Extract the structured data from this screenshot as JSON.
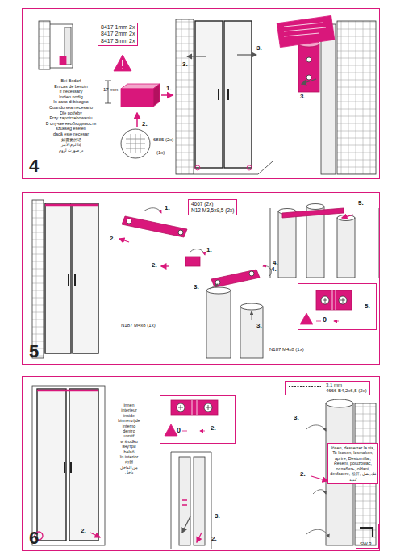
{
  "diagram": {
    "nodes": [
      {
        "text": [
          "4"
        ]
      },
      {
        "text": [
          "8417 1mm 2x",
          "8417 2mm 2x",
          "8417 3mm 2x"
        ],
        "in": 0
      },
      {
        "text": [
          "5"
        ]
      },
      {
        "text": [
          "4667 (2x)",
          "N12 M3,5x9,5 (2x)"
        ],
        "in": 2
      },
      {
        "text": [
          "5.",
          "0"
        ],
        "in": 2
      },
      {
        "text": [
          "6"
        ]
      },
      {
        "text": [
          "0",
          "2."
        ],
        "in": 5
      },
      {
        "text": [
          "3,1 mm",
          "4666 B4,2x6,5 (2x)"
        ],
        "in": 5
      },
      {
        "text": [
          "lösen, desserrer la vis, To loosen, losmaken, aprire, Destornillar, Řešení, poluzować, ослабить, oldani, desfacere, 松开, فك, شل كنيد"
        ],
        "in": 5
      },
      {
        "text": [
          "SW 3"
        ],
        "in": 5
      }
    ],
    "labels": [
      "17 mm",
      "1.",
      "2.",
      "Bei Bedarf",
      "En cas de besoin",
      "If necessary",
      "Indien nodig",
      "In caso di bisogno",
      "Cuando sea necesario",
      "Dle potřeby",
      "Przy zapotrzebowaniu",
      "В случае необходимости",
      "szükség esetén",
      "dacă este necesar",
      "如需要的话",
      "إذا لزم الأمر",
      "در صورت لزوم",
      "6885 (2x)",
      "(1x)",
      "3.",
      "3.",
      "3.",
      "1.",
      "2.",
      "1.",
      "2.",
      "4.",
      "3.",
      "3.",
      "4.",
      "5.",
      "N187 M4x8 (1x)",
      "N187 M4x8 (1x)",
      "innen",
      "interieur",
      "inside",
      "binnenzijde",
      "interno",
      "dentro",
      "uvnitř",
      "w środku",
      "внутри",
      "belső",
      "în interior",
      "内侧",
      "من الداخل",
      "داخل",
      "2.",
      "3.",
      "2.",
      "3.",
      "2."
    ]
  }
}
